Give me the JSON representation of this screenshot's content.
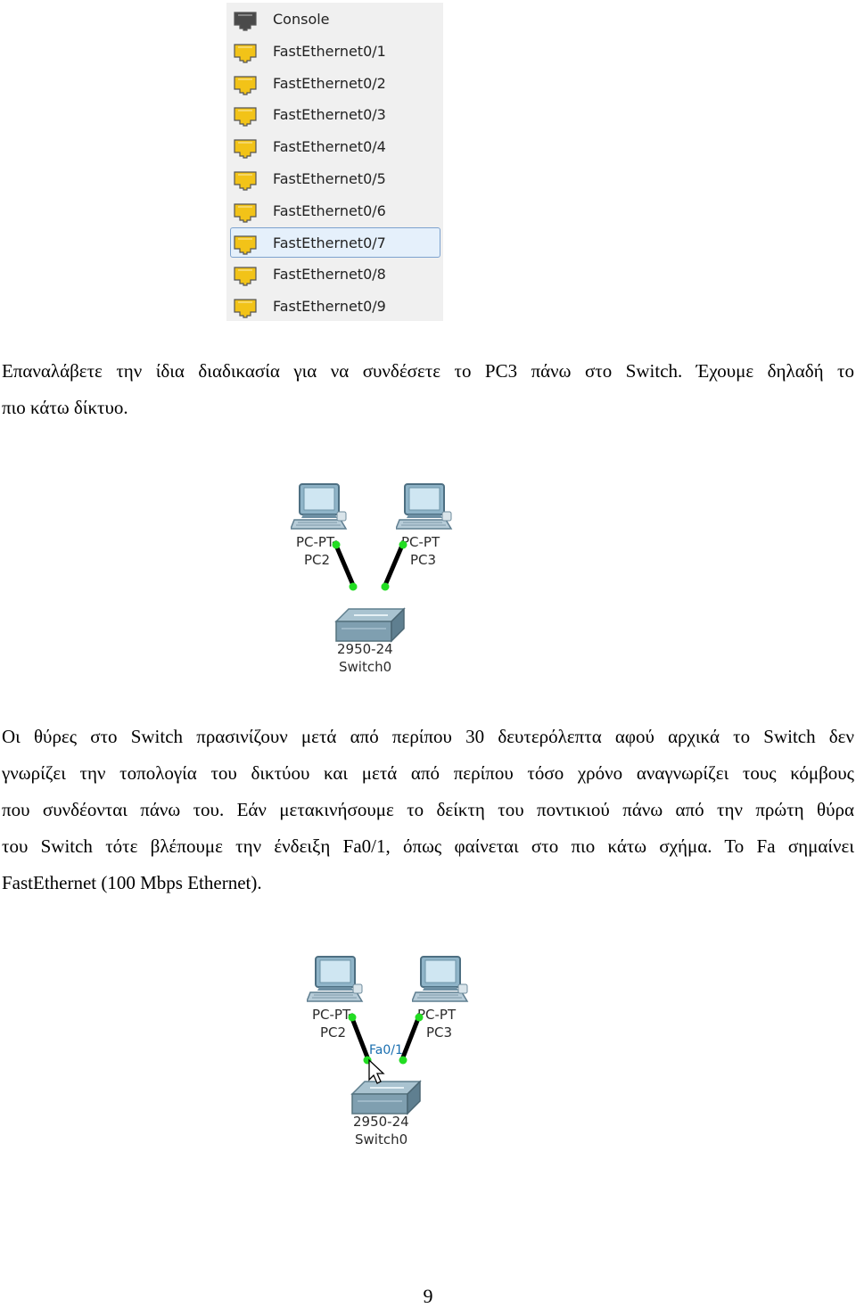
{
  "port_list": {
    "items": [
      {
        "label": "Console",
        "icon": "console-port-icon",
        "color": "#4a4a4a"
      },
      {
        "label": "FastEthernet0/1",
        "icon": "ethernet-port-icon",
        "color": "#f2c318"
      },
      {
        "label": "FastEthernet0/2",
        "icon": "ethernet-port-icon",
        "color": "#f2c318"
      },
      {
        "label": "FastEthernet0/3",
        "icon": "ethernet-port-icon",
        "color": "#f2c318"
      },
      {
        "label": "FastEthernet0/4",
        "icon": "ethernet-port-icon",
        "color": "#f2c318"
      },
      {
        "label": "FastEthernet0/5",
        "icon": "ethernet-port-icon",
        "color": "#f2c318"
      },
      {
        "label": "FastEthernet0/6",
        "icon": "ethernet-port-icon",
        "color": "#f2c318"
      },
      {
        "label": "FastEthernet0/7",
        "icon": "ethernet-port-icon",
        "color": "#f2c318",
        "selected": true
      },
      {
        "label": "FastEthernet0/8",
        "icon": "ethernet-port-icon",
        "color": "#f2c318"
      },
      {
        "label": "FastEthernet0/9",
        "icon": "ethernet-port-icon",
        "color": "#f2c318"
      }
    ]
  },
  "paragraph1": {
    "lines": [
      "Επαναλάβετε την ίδια διαδικασία για να συνδέσετε το PC3 πάνω στο Switch. Έχουμε δηλαδή το",
      "πιο κάτω δίκτυο."
    ]
  },
  "topology1": {
    "pc2": {
      "type": "PC-PT",
      "name": "PC2"
    },
    "pc3": {
      "type": "PC-PT",
      "name": "PC3"
    },
    "switch": {
      "type": "2950-24",
      "name": "Switch0"
    },
    "link_status_color": "#22dd22"
  },
  "paragraph2": {
    "lines": [
      "Οι θύρες στο Switch πρασινίζουν μετά από περίπου 30 δευτερόλεπτα αφού αρχικά το Switch δεν",
      "γνωρίζει την τοπολογία του δικτύου και μετά από περίπου τόσο χρόνο αναγνωρίζει τους κόμβους",
      "που συνδέονται πάνω του. Εάν μετακινήσουμε το δείκτη του ποντικιού πάνω από την πρώτη θύρα",
      "του Switch τότε βλέπουμε την ένδειξη Fa0/1, όπως φαίνεται στο πιο κάτω σχήμα. Το Fa σημαίνει",
      "FastEthernet (100 Mbps Ethernet)."
    ]
  },
  "topology2": {
    "pc2": {
      "type": "PC-PT",
      "name": "PC2"
    },
    "pc3": {
      "type": "PC-PT",
      "name": "PC3"
    },
    "switch": {
      "type": "2950-24",
      "name": "Switch0"
    },
    "tooltip": "Fa0/1",
    "link_status_color": "#22dd22"
  },
  "page_number": "9"
}
